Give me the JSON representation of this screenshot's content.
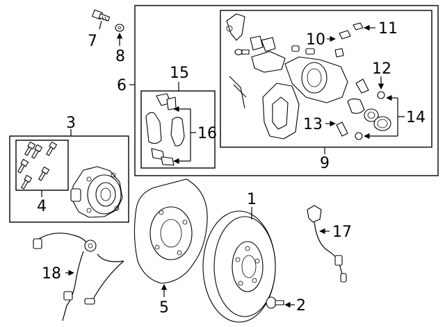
{
  "title": "",
  "callouts": {
    "c1": "1",
    "c2": "2",
    "c3": "3",
    "c4": "4",
    "c5": "5",
    "c6": "6",
    "c7": "7",
    "c8": "8",
    "c9": "9",
    "c10": "10",
    "c11": "11",
    "c12": "12",
    "c13": "13",
    "c14": "14",
    "c15": "15",
    "c16": "16",
    "c17": "17",
    "c18": "18"
  },
  "colors": {
    "line": "#000000",
    "background": "#ffffff"
  }
}
